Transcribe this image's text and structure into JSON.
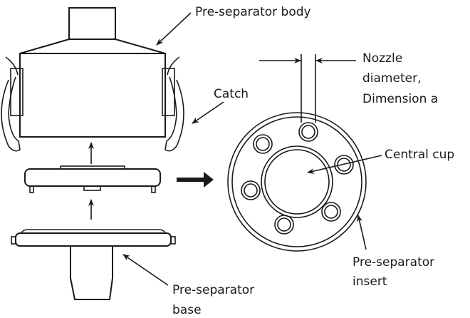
{
  "diagram": {
    "labels": {
      "body": "Pre-separator body",
      "catch": "Catch",
      "nozzle_line1": "Nozzle",
      "nozzle_line2": "diameter,",
      "nozzle_line3": "Dimension a",
      "central_cup": "Central cup",
      "insert_line1": "Pre-separator",
      "insert_line2": "insert",
      "base_line1": "Pre-separator",
      "base_line2": "base"
    },
    "colors": {
      "stroke": "#1a1a1a",
      "background": "#ffffff"
    }
  }
}
